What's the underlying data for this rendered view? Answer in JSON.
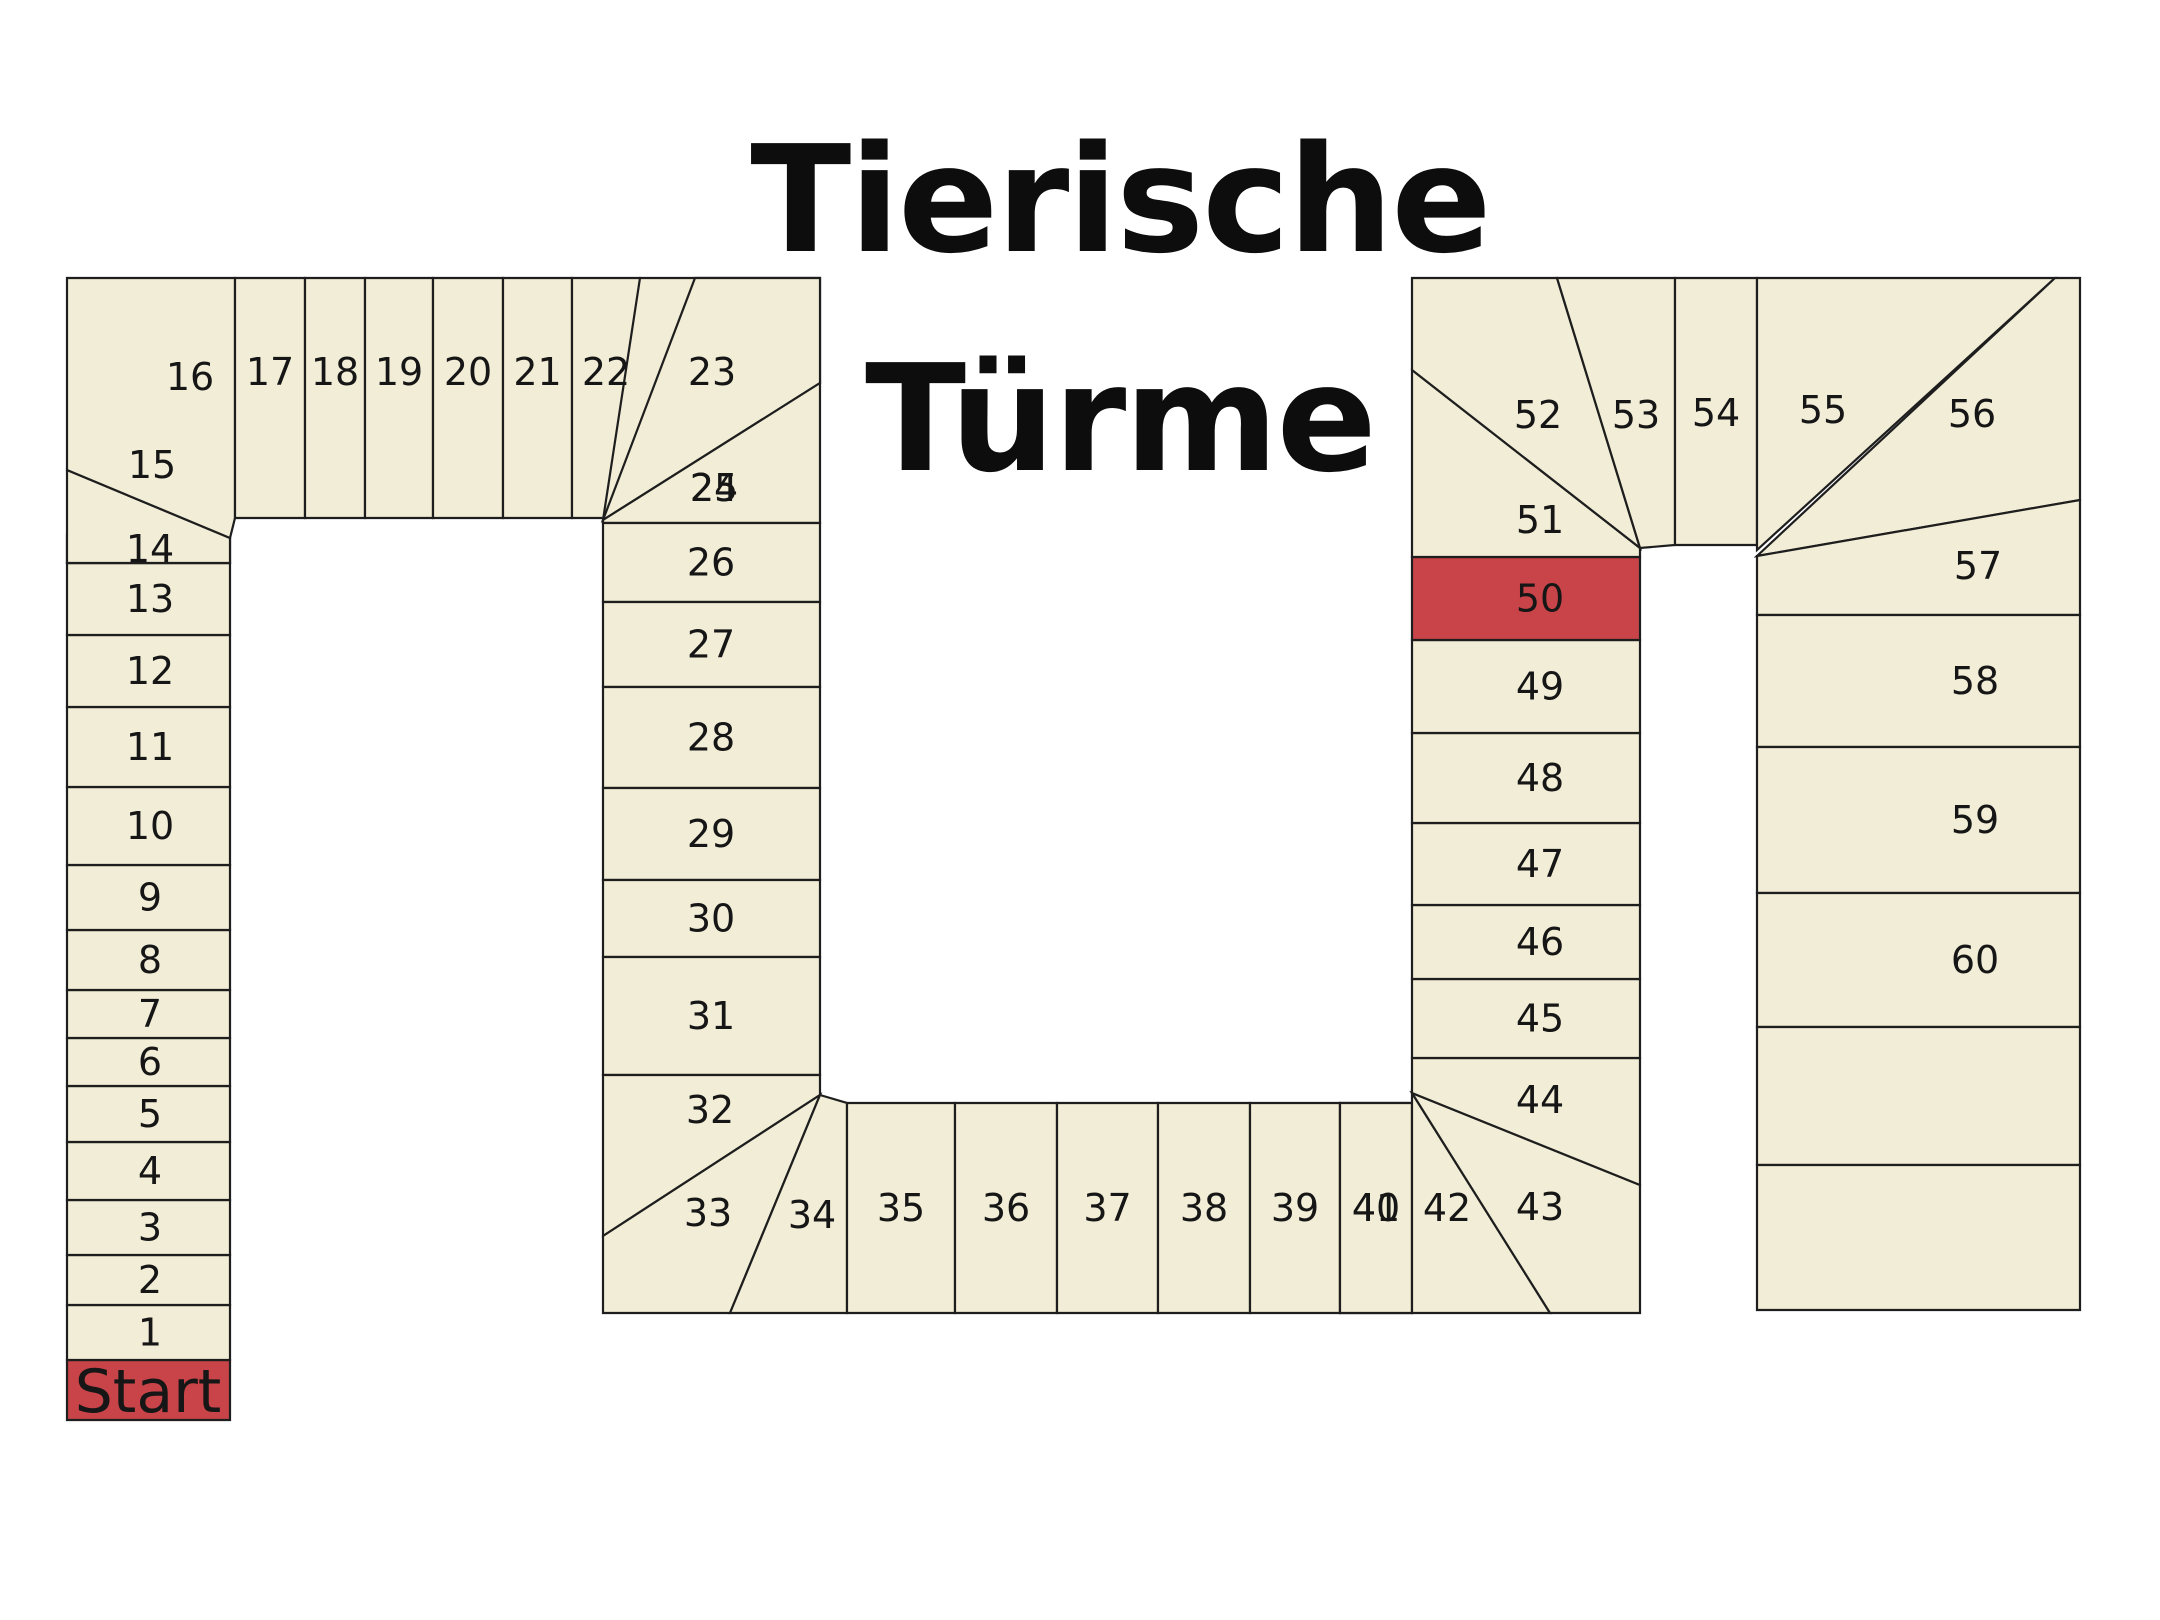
{
  "title": {
    "line1": "Tierische",
    "line2": "Türme"
  },
  "colors": {
    "cell": "#f1edd6",
    "highlight": "#c84448",
    "line": "#1e1e1e"
  },
  "start_label": "Start",
  "highlighted_field": 50,
  "fields": [
    "1",
    "2",
    "3",
    "4",
    "5",
    "6",
    "7",
    "8",
    "9",
    "10",
    "11",
    "12",
    "13",
    "14",
    "15",
    "16",
    "17",
    "18",
    "19",
    "20",
    "21",
    "22",
    "23",
    "24",
    "25",
    "26",
    "27",
    "28",
    "29",
    "30",
    "31",
    "32",
    "33",
    "34",
    "35",
    "36",
    "37",
    "38",
    "39",
    "40",
    "41",
    "42",
    "43",
    "44",
    "45",
    "46",
    "47",
    "48",
    "49",
    "50",
    "51",
    "52",
    "53",
    "54",
    "55",
    "56",
    "57",
    "58",
    "59",
    "60"
  ]
}
